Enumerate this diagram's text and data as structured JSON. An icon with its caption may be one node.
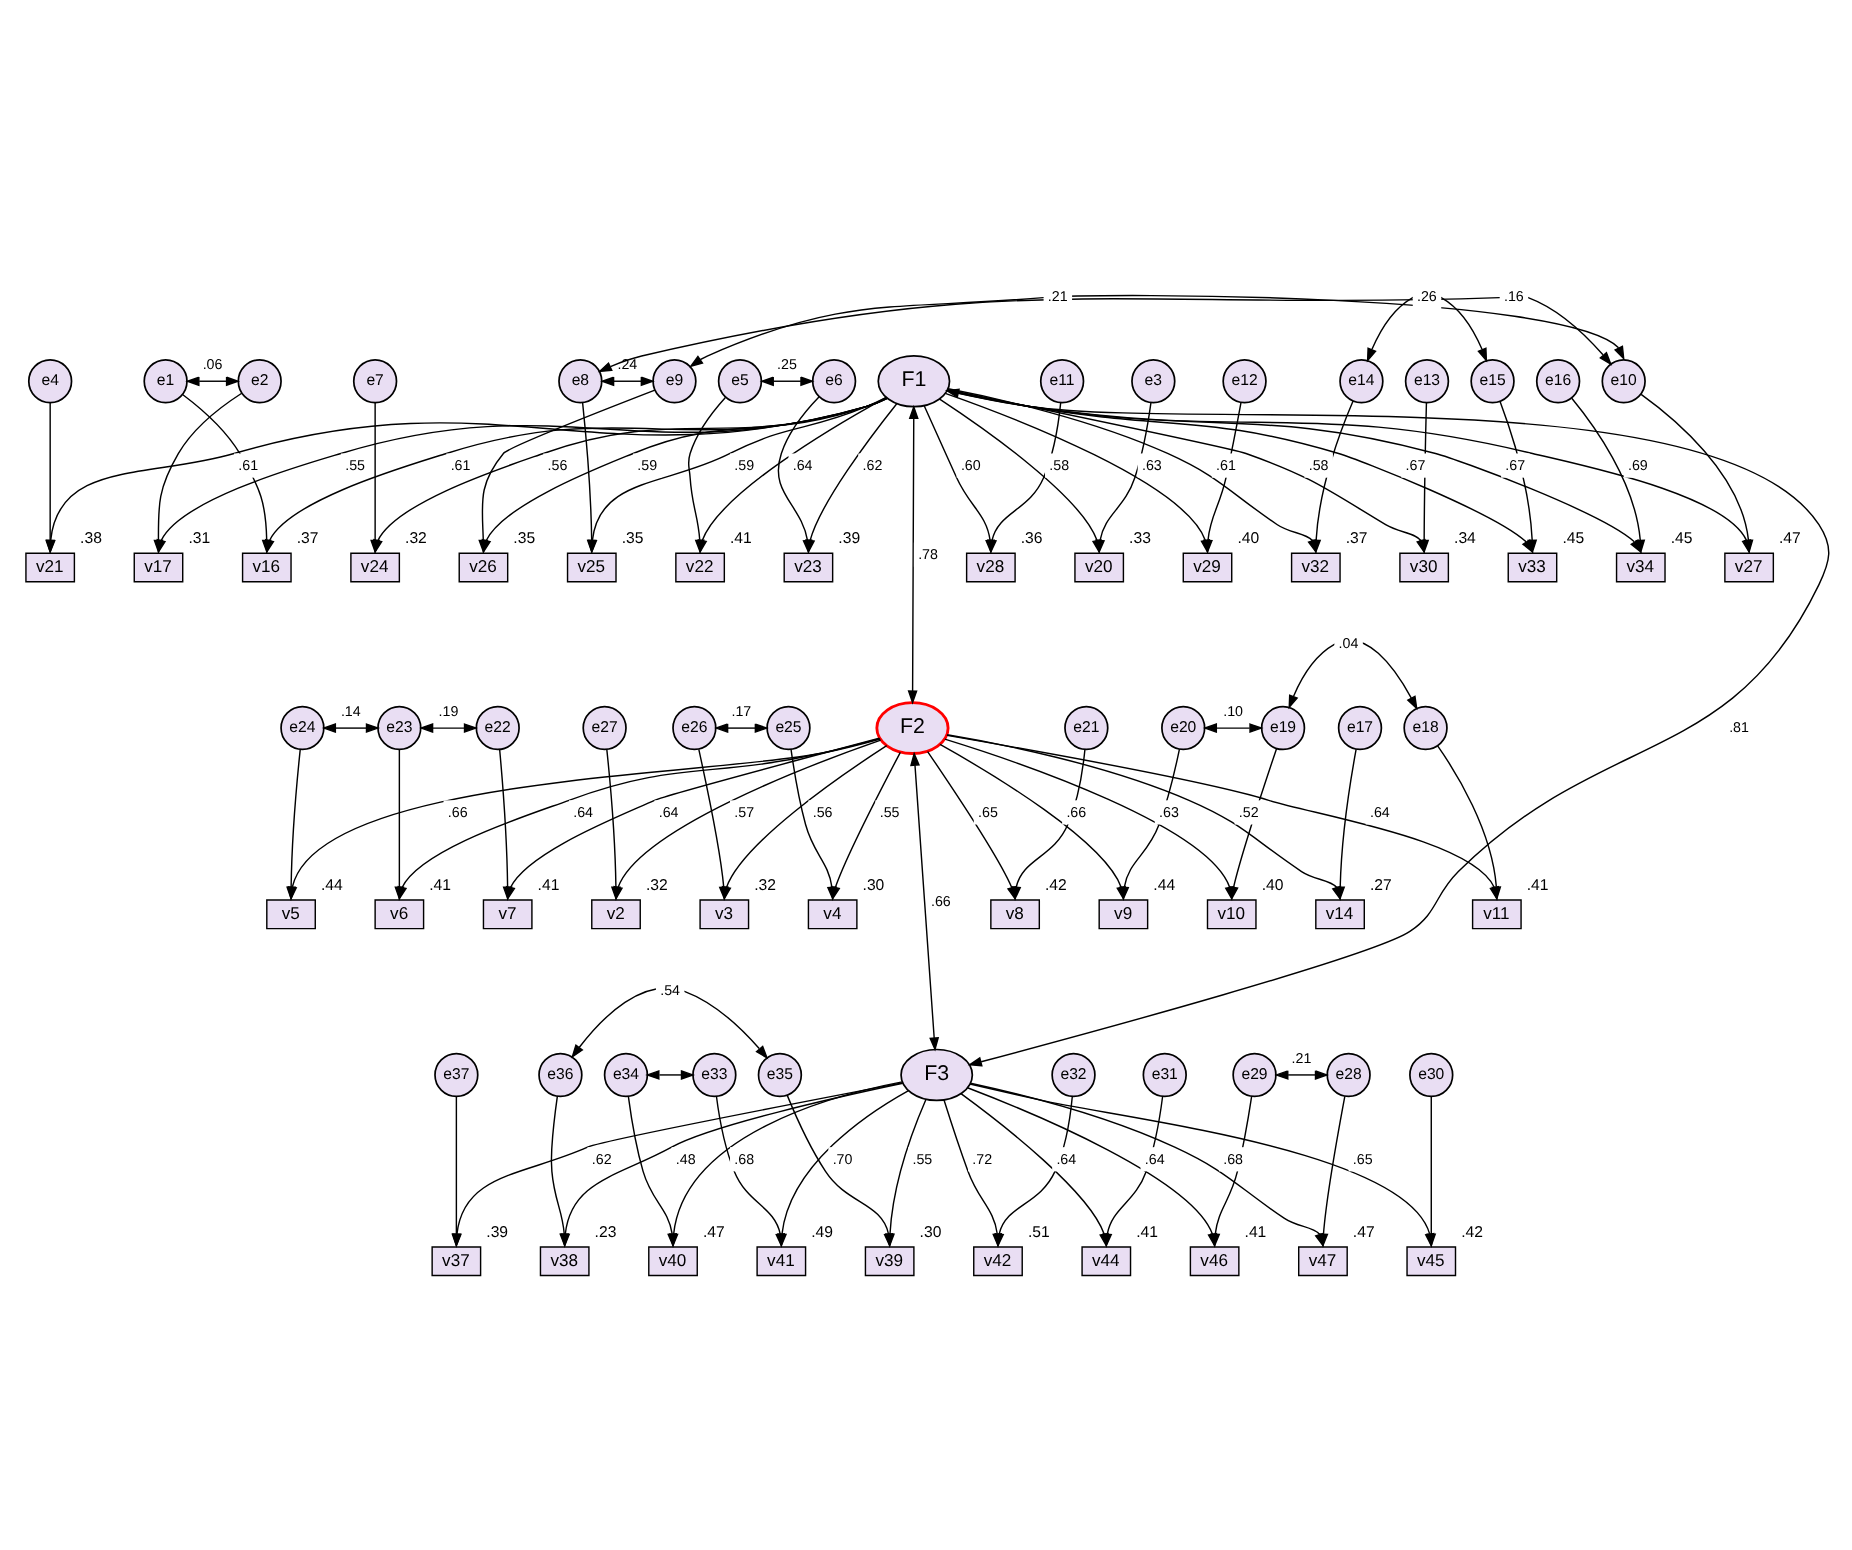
{
  "diagram": {
    "nodes": [
      {
        "text": [
          "e1"
        ]
      },
      {
        "text": [
          "e2"
        ]
      },
      {
        "text": [
          "e3"
        ]
      },
      {
        "text": [
          "e4"
        ]
      },
      {
        "text": [
          "e5"
        ]
      },
      {
        "text": [
          "e6"
        ]
      },
      {
        "text": [
          "e7"
        ]
      },
      {
        "text": [
          "e8"
        ]
      },
      {
        "text": [
          "e9"
        ]
      },
      {
        "text": [
          "e10"
        ]
      },
      {
        "text": [
          "e11"
        ]
      },
      {
        "text": [
          "e12"
        ]
      },
      {
        "text": [
          "e13"
        ]
      },
      {
        "text": [
          "e14"
        ]
      },
      {
        "text": [
          "e15"
        ]
      },
      {
        "text": [
          "e16"
        ]
      },
      {
        "text": [
          "v16"
        ],
        "beside": [
          ".37"
        ]
      },
      {
        "text": [
          "v17"
        ],
        "beside": [
          ".31"
        ]
      },
      {
        "text": [
          "v20"
        ],
        "beside": [
          ".33"
        ]
      },
      {
        "text": [
          "v21"
        ],
        "beside": [
          ".38"
        ]
      },
      {
        "text": [
          "v22"
        ],
        "beside": [
          ".41"
        ]
      },
      {
        "text": [
          "v23"
        ],
        "beside": [
          ".39"
        ]
      },
      {
        "text": [
          "v24"
        ],
        "beside": [
          ".32"
        ]
      },
      {
        "text": [
          "v25"
        ],
        "beside": [
          ".35"
        ]
      },
      {
        "text": [
          "v26"
        ],
        "beside": [
          ".35"
        ]
      },
      {
        "text": [
          "v27"
        ],
        "beside": [
          ".47"
        ]
      },
      {
        "text": [
          "v28"
        ],
        "beside": [
          ".36"
        ]
      },
      {
        "text": [
          "v29"
        ],
        "beside": [
          ".40"
        ]
      },
      {
        "text": [
          "v30"
        ],
        "beside": [
          ".34"
        ]
      },
      {
        "text": [
          "v32"
        ],
        "beside": [
          ".37"
        ]
      },
      {
        "text": [
          "v33"
        ],
        "beside": [
          ".45"
        ]
      },
      {
        "text": [
          "v34"
        ],
        "beside": [
          ".45"
        ]
      },
      {
        "text": [
          "F1"
        ]
      },
      {
        "text": [
          "e27"
        ]
      },
      {
        "text": [
          "e26"
        ]
      },
      {
        "text": [
          "e25"
        ]
      },
      {
        "text": [
          "e24"
        ]
      },
      {
        "text": [
          "e23"
        ]
      },
      {
        "text": [
          "e22"
        ]
      },
      {
        "text": [
          "e21"
        ]
      },
      {
        "text": [
          "e20"
        ]
      },
      {
        "text": [
          "e19"
        ]
      },
      {
        "text": [
          "e18"
        ]
      },
      {
        "text": [
          "e17"
        ]
      },
      {
        "text": [
          "v2"
        ],
        "beside": [
          ".32"
        ]
      },
      {
        "text": [
          "v3"
        ],
        "beside": [
          ".32"
        ]
      },
      {
        "text": [
          "v4"
        ],
        "beside": [
          ".30"
        ]
      },
      {
        "text": [
          "v5"
        ],
        "beside": [
          ".44"
        ]
      },
      {
        "text": [
          "v6"
        ],
        "beside": [
          ".41"
        ]
      },
      {
        "text": [
          "v7"
        ],
        "beside": [
          ".41"
        ]
      },
      {
        "text": [
          "v8"
        ],
        "beside": [
          ".42"
        ]
      },
      {
        "text": [
          "v9"
        ],
        "beside": [
          ".44"
        ]
      },
      {
        "text": [
          "v10"
        ],
        "beside": [
          ".40"
        ]
      },
      {
        "text": [
          "v11"
        ],
        "beside": [
          ".41"
        ]
      },
      {
        "text": [
          "v14"
        ],
        "beside": [
          ".27"
        ]
      },
      {
        "text": [
          "F2"
        ]
      },
      {
        "text": [
          "e37"
        ]
      },
      {
        "text": [
          "e36"
        ]
      },
      {
        "text": [
          "e35"
        ]
      },
      {
        "text": [
          "e34"
        ]
      },
      {
        "text": [
          "e33"
        ]
      },
      {
        "text": [
          "e32"
        ]
      },
      {
        "text": [
          "e31"
        ]
      },
      {
        "text": [
          "e30"
        ]
      },
      {
        "text": [
          "e29"
        ]
      },
      {
        "text": [
          "e28"
        ]
      },
      {
        "text": [
          "v37"
        ],
        "beside": [
          ".39"
        ]
      },
      {
        "text": [
          "v38"
        ],
        "beside": [
          ".23"
        ]
      },
      {
        "text": [
          "v39"
        ],
        "beside": [
          ".30"
        ]
      },
      {
        "text": [
          "v40"
        ],
        "beside": [
          ".47"
        ]
      },
      {
        "text": [
          "v41"
        ],
        "beside": [
          ".49"
        ]
      },
      {
        "text": [
          "v42"
        ],
        "beside": [
          ".51"
        ]
      },
      {
        "text": [
          "v44"
        ],
        "beside": [
          ".41"
        ]
      },
      {
        "text": [
          "v45"
        ],
        "beside": [
          ".42"
        ]
      },
      {
        "text": [
          "v46"
        ],
        "beside": [
          ".41"
        ]
      },
      {
        "text": [
          "v47"
        ],
        "beside": [
          ".47"
        ]
      },
      {
        "text": [
          "F3"
        ]
      }
    ],
    "edges": [
      {
        "from": 32,
        "to": 16,
        "arrow": "to",
        "label": ".61"
      },
      {
        "from": 32,
        "to": 17,
        "arrow": "to",
        "label": ".55"
      },
      {
        "from": 32,
        "to": 18,
        "arrow": "to",
        "label": ".58"
      },
      {
        "from": 32,
        "to": 19,
        "arrow": "to",
        "label": ".61"
      },
      {
        "from": 32,
        "to": 20,
        "arrow": "to",
        "label": ".64"
      },
      {
        "from": 32,
        "to": 21,
        "arrow": "to",
        "label": ".62"
      },
      {
        "from": 32,
        "to": 22,
        "arrow": "to",
        "label": ".56"
      },
      {
        "from": 32,
        "to": 23,
        "arrow": "to",
        "label": ".59"
      },
      {
        "from": 32,
        "to": 24,
        "arrow": "to",
        "label": ".59"
      },
      {
        "from": 32,
        "to": 25,
        "arrow": "to",
        "label": ".69"
      },
      {
        "from": 32,
        "to": 26,
        "arrow": "to",
        "label": ".60"
      },
      {
        "from": 32,
        "to": 27,
        "arrow": "to",
        "label": ".63"
      },
      {
        "from": 32,
        "to": 28,
        "arrow": "to",
        "label": ".58"
      },
      {
        "from": 32,
        "to": 29,
        "arrow": "to",
        "label": ".61"
      },
      {
        "from": 32,
        "to": 30,
        "arrow": "to",
        "label": ".67"
      },
      {
        "from": 32,
        "to": 31,
        "arrow": "to",
        "label": ".67"
      },
      {
        "from": 0,
        "to": 16,
        "arrow": "to"
      },
      {
        "from": 1,
        "to": 17,
        "arrow": "to"
      },
      {
        "from": 2,
        "to": 18,
        "arrow": "to"
      },
      {
        "from": 3,
        "to": 19,
        "arrow": "to"
      },
      {
        "from": 4,
        "to": 20,
        "arrow": "to"
      },
      {
        "from": 5,
        "to": 21,
        "arrow": "to"
      },
      {
        "from": 6,
        "to": 22,
        "arrow": "to"
      },
      {
        "from": 7,
        "to": 23,
        "arrow": "to"
      },
      {
        "from": 8,
        "to": 24,
        "arrow": "to"
      },
      {
        "from": 9,
        "to": 25,
        "arrow": "to"
      },
      {
        "from": 10,
        "to": 26,
        "arrow": "to"
      },
      {
        "from": 11,
        "to": 27,
        "arrow": "to"
      },
      {
        "from": 12,
        "to": 28,
        "arrow": "to"
      },
      {
        "from": 13,
        "to": 29,
        "arrow": "to"
      },
      {
        "from": 14,
        "to": 30,
        "arrow": "to"
      },
      {
        "from": 15,
        "to": 31,
        "arrow": "to"
      },
      {
        "from": 0,
        "to": 1,
        "arrow": "both",
        "label": ".06"
      },
      {
        "from": 4,
        "to": 5,
        "arrow": "both",
        "label": ".25"
      },
      {
        "from": 7,
        "to": 8,
        "arrow": "both",
        "label": ".24"
      },
      {
        "from": 7,
        "to": 9,
        "arrow": "both",
        "label": ".16"
      },
      {
        "from": 8,
        "to": 9,
        "arrow": "both",
        "label": ".21"
      },
      {
        "from": 13,
        "to": 14,
        "arrow": "both",
        "label": ".26"
      },
      {
        "from": 55,
        "to": 44,
        "arrow": "to",
        "label": ".57"
      },
      {
        "from": 55,
        "to": 45,
        "arrow": "to",
        "label": ".56"
      },
      {
        "from": 55,
        "to": 46,
        "arrow": "to",
        "label": ".55"
      },
      {
        "from": 55,
        "to": 47,
        "arrow": "to",
        "label": ".66"
      },
      {
        "from": 55,
        "to": 48,
        "arrow": "to",
        "label": ".64"
      },
      {
        "from": 55,
        "to": 49,
        "arrow": "to",
        "label": ".64"
      },
      {
        "from": 55,
        "to": 50,
        "arrow": "to",
        "label": ".65"
      },
      {
        "from": 55,
        "to": 51,
        "arrow": "to",
        "label": ".66"
      },
      {
        "from": 55,
        "to": 52,
        "arrow": "to",
        "label": ".63"
      },
      {
        "from": 55,
        "to": 53,
        "arrow": "to",
        "label": ".64"
      },
      {
        "from": 55,
        "to": 54,
        "arrow": "to",
        "label": ".52"
      },
      {
        "from": 33,
        "to": 44,
        "arrow": "to"
      },
      {
        "from": 34,
        "to": 45,
        "arrow": "to"
      },
      {
        "from": 35,
        "to": 46,
        "arrow": "to"
      },
      {
        "from": 36,
        "to": 47,
        "arrow": "to"
      },
      {
        "from": 37,
        "to": 48,
        "arrow": "to"
      },
      {
        "from": 38,
        "to": 49,
        "arrow": "to"
      },
      {
        "from": 39,
        "to": 50,
        "arrow": "to"
      },
      {
        "from": 40,
        "to": 51,
        "arrow": "to"
      },
      {
        "from": 41,
        "to": 52,
        "arrow": "to"
      },
      {
        "from": 42,
        "to": 53,
        "arrow": "to"
      },
      {
        "from": 43,
        "to": 54,
        "arrow": "to"
      },
      {
        "from": 34,
        "to": 35,
        "arrow": "both",
        "label": ".17"
      },
      {
        "from": 36,
        "to": 37,
        "arrow": "both",
        "label": ".14"
      },
      {
        "from": 37,
        "to": 38,
        "arrow": "both",
        "label": ".19"
      },
      {
        "from": 40,
        "to": 41,
        "arrow": "both",
        "label": ".10"
      },
      {
        "from": 41,
        "to": 42,
        "arrow": "both",
        "label": ".04"
      },
      {
        "from": 76,
        "to": 66,
        "arrow": "to",
        "label": ".62"
      },
      {
        "from": 76,
        "to": 67,
        "arrow": "to",
        "label": ".48"
      },
      {
        "from": 76,
        "to": 68,
        "arrow": "to",
        "label": ".55"
      },
      {
        "from": 76,
        "to": 69,
        "arrow": "to",
        "label": ".68"
      },
      {
        "from": 76,
        "to": 70,
        "arrow": "to",
        "label": ".70"
      },
      {
        "from": 76,
        "to": 71,
        "arrow": "to",
        "label": ".72"
      },
      {
        "from": 76,
        "to": 72,
        "arrow": "to",
        "label": ".64"
      },
      {
        "from": 76,
        "to": 73,
        "arrow": "to",
        "label": ".65"
      },
      {
        "from": 76,
        "to": 74,
        "arrow": "to",
        "label": ".64"
      },
      {
        "from": 76,
        "to": 75,
        "arrow": "to",
        "label": ".68"
      },
      {
        "from": 56,
        "to": 66,
        "arrow": "to"
      },
      {
        "from": 57,
        "to": 67,
        "arrow": "to"
      },
      {
        "from": 58,
        "to": 68,
        "arrow": "to"
      },
      {
        "from": 59,
        "to": 69,
        "arrow": "to"
      },
      {
        "from": 60,
        "to": 70,
        "arrow": "to"
      },
      {
        "from": 61,
        "to": 71,
        "arrow": "to"
      },
      {
        "from": 62,
        "to": 72,
        "arrow": "to"
      },
      {
        "from": 63,
        "to": 73,
        "arrow": "to"
      },
      {
        "from": 64,
        "to": 74,
        "arrow": "to"
      },
      {
        "from": 65,
        "to": 75,
        "arrow": "to"
      },
      {
        "from": 57,
        "to": 58,
        "arrow": "both",
        "label": ".54"
      },
      {
        "from": 59,
        "to": 60,
        "arrow": "both"
      },
      {
        "from": 64,
        "to": 65,
        "arrow": "both",
        "label": ".21"
      },
      {
        "from": 32,
        "to": 55,
        "arrow": "both",
        "label": ".78"
      },
      {
        "from": 55,
        "to": 76,
        "arrow": "both",
        "label": ".66"
      },
      {
        "from": 32,
        "to": 76,
        "arrow": "both",
        "label": ".81"
      }
    ]
  }
}
